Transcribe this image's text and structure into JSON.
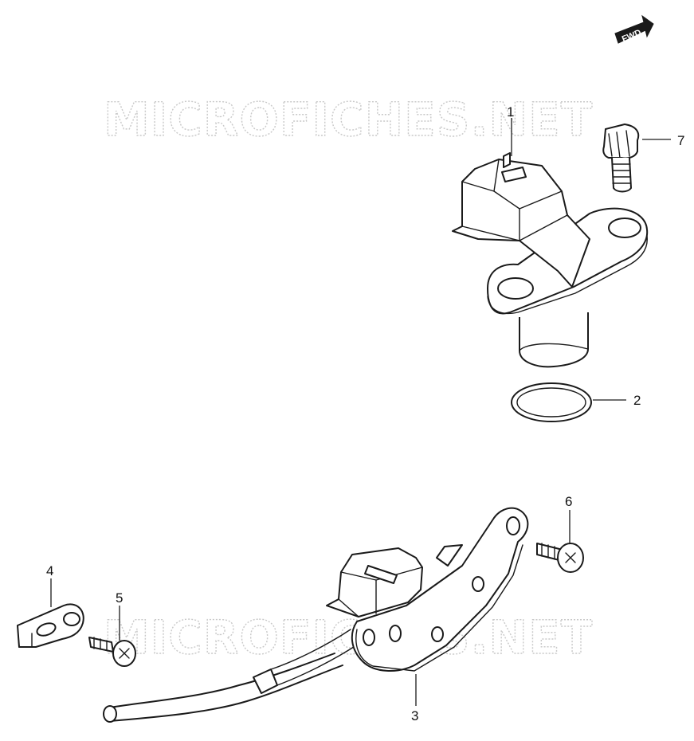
{
  "watermark": {
    "text": "MICROFICHES.NET"
  },
  "fwd_badge": {
    "label": "FWD"
  },
  "callouts": [
    {
      "id": "1",
      "label": "1"
    },
    {
      "id": "2",
      "label": "2"
    },
    {
      "id": "3",
      "label": "3"
    },
    {
      "id": "4",
      "label": "4"
    },
    {
      "id": "5",
      "label": "5"
    },
    {
      "id": "6",
      "label": "6"
    },
    {
      "id": "7",
      "label": "7"
    }
  ]
}
